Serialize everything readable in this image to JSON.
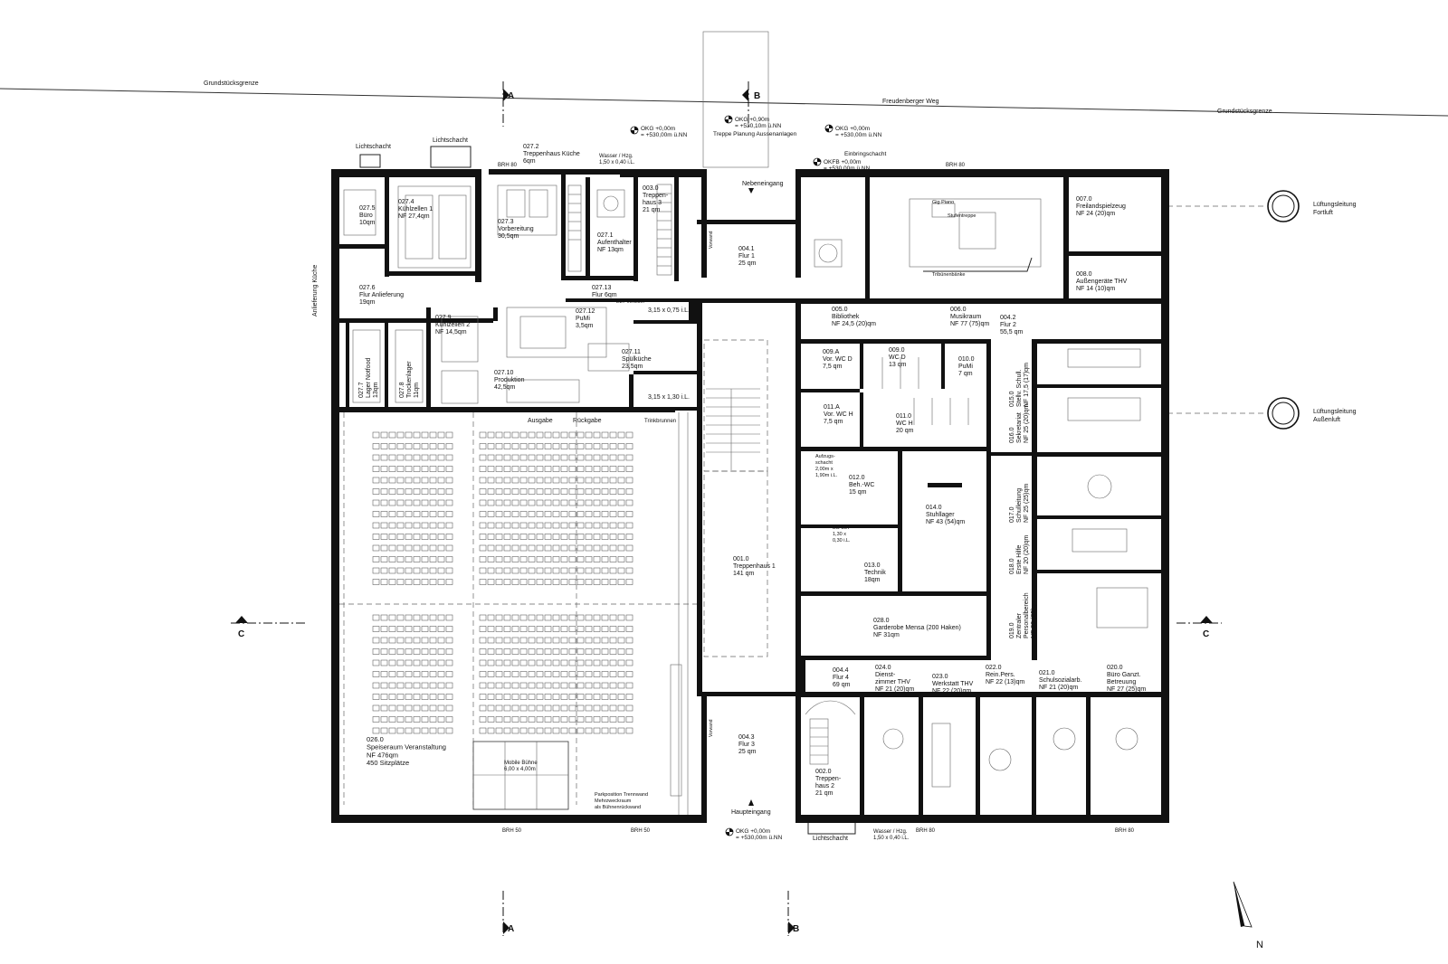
{
  "site": {
    "grundstuecksgrenze_left": "Grundstücksgrenze",
    "grundstuecksgrenze_right": "Grundstücksgrenze",
    "street": "Freudenberger Weg",
    "lichtschacht_1": "Lichtschacht",
    "lichtschacht_2": "Lichtschacht",
    "lichtschacht_3": "Lichtschacht",
    "anlieferung": "Anlieferung Küche",
    "treppe_planung": "Treppe Planung Aussenanlagen",
    "north": "N"
  },
  "sections": {
    "a_top": "A",
    "a_bottom": "A",
    "b_top": "B",
    "b_bottom": "B",
    "c_left": "C",
    "c_right": "C"
  },
  "levels": {
    "lvl_left_1": "OKG +0,00m",
    "lvl_left_2": "= +530,00m ü.NN",
    "lvl_mid_1": "OKG +0,90m",
    "lvl_mid_2": "= +530,10m ü.NN",
    "lvl_right_1": "OKG +0,00m",
    "lvl_right_2": "= +530,00m ü.NN",
    "lvl_okfb_1": "OKFB +0,00m",
    "lvl_okfb_2": "= +530,00m ü.NN",
    "lvl_bottom_1": "OKG +0,00m",
    "lvl_bottom_2": "= +530,00m ü.NN"
  },
  "entrances": {
    "neben": "Nebeneingang",
    "haupt": "Haupteingang",
    "einbringschacht": "Einbringschacht",
    "ausgabe": "Ausgabe",
    "rueckgabe": "Rückgabe",
    "trinkbrunnen": "Trinkbrunnen"
  },
  "misc": {
    "brh_top_left": "BRH 80",
    "brh_top_right": "BRH 80",
    "brh_bottom_1": "BRH 50",
    "brh_bottom_2": "BRH 50",
    "brh_bottom_3": "BRH 80",
    "brh_bottom_4": "BRH 80",
    "wasser_top": "Wasser / Hzg.",
    "wasser_top_dim": "1,50 x 0,40 i.L.",
    "wasser_bottom": "Wasser / Hzg.",
    "wasser_bottom_dim": "1,50 x 0,40 i.L.",
    "shaft_1": "3,15 x 0,75 i.L.",
    "shaft_2": "3,15 x 1,30 i.L.",
    "mobile_buehne": "Mobile Bühne",
    "mobile_buehne_dim": "6,00 x 4,00m",
    "parkposition_1": "Parkposition Trennwand",
    "parkposition_2": "Mehrzweckraum",
    "parkposition_3": "als Bühnenrückwand",
    "aufzug_1": "Aufzugs-",
    "aufzug_2": "schacht",
    "aufzug_3": "2,00m x",
    "aufzug_4": "1,90m i.L.",
    "dd_elt_1": "DD ELT",
    "dd_elt_2": "1,30 x",
    "dd_elt_3": "0,30 i.L.",
    "elt_verteiler": "ELT Verteiler",
    "vorwand": "Vorwand",
    "stufen": "Stufentreppe",
    "tribuene": "Tribünenbänke",
    "gig_piano": "Gig Piano",
    "lufter_oben_1": "Lüftungsleitung",
    "lufter_oben_2": "Fortluft",
    "lufter_unten_1": "Lüftungsleitung",
    "lufter_unten_2": "Außenluft"
  },
  "rooms": [
    {
      "id": "r0275",
      "lines": [
        "027.5",
        "Büro",
        "10qm"
      ]
    },
    {
      "id": "r0274",
      "lines": [
        "027.4",
        "Kühlzellen 1",
        "NF 27,4qm"
      ]
    },
    {
      "id": "r0273",
      "lines": [
        "027.3",
        "Vorbereitung",
        "30,5qm"
      ]
    },
    {
      "id": "r0272",
      "lines": [
        "027.2",
        "Treppenhaus Küche",
        "6qm"
      ]
    },
    {
      "id": "r0271",
      "lines": [
        "027.1",
        "Aufenthalter",
        "NF 13qm"
      ]
    },
    {
      "id": "r0030",
      "lines": [
        "003.0",
        "Treppen-",
        "haus 3",
        "21 qm"
      ]
    },
    {
      "id": "r0276",
      "lines": [
        "027.6",
        "Flur Anlieferung",
        "19qm"
      ]
    },
    {
      "id": "r02713",
      "lines": [
        "027.13",
        "Flur 6qm"
      ]
    },
    {
      "id": "r02712",
      "lines": [
        "027.12",
        "PuMi",
        "3,5qm"
      ]
    },
    {
      "id": "r0279",
      "lines": [
        "027.9",
        "Kühlzellen 2",
        "NF 14,5qm"
      ]
    },
    {
      "id": "r02711",
      "lines": [
        "027.11",
        "Spülküche",
        "23,5qm"
      ]
    },
    {
      "id": "r02710",
      "lines": [
        "027.10",
        "Produktion",
        "42,5qm"
      ]
    },
    {
      "id": "r0277",
      "lines": [
        "027.7",
        "Lager Notfood",
        "13qm"
      ]
    },
    {
      "id": "r0278",
      "lines": [
        "027.8",
        "Trockenlager",
        "11qm"
      ]
    },
    {
      "id": "r0041",
      "lines": [
        "004.1",
        "Flur 1",
        "25 qm"
      ]
    },
    {
      "id": "r0050",
      "lines": [
        "005.0",
        "Bibliothek",
        "NF 24,5 (20)qm"
      ]
    },
    {
      "id": "r0060",
      "lines": [
        "006.0",
        "Musikraum",
        "NF 77 (75)qm"
      ]
    },
    {
      "id": "r0042",
      "lines": [
        "004.2",
        "Flur 2",
        "55,5 qm"
      ]
    },
    {
      "id": "r0070",
      "lines": [
        "007.0",
        "Freilandspielzeug",
        "NF 24 (20)qm"
      ]
    },
    {
      "id": "r0080",
      "lines": [
        "008.0",
        "Außengeräte THV",
        "NF 14 (10)qm"
      ]
    },
    {
      "id": "r009a",
      "lines": [
        "009.A",
        "Vor. WC D",
        "7,5 qm"
      ]
    },
    {
      "id": "r0090",
      "lines": [
        "009.0",
        "WC D",
        "13 qm"
      ]
    },
    {
      "id": "r0100",
      "lines": [
        "010.0",
        "PuMi",
        "7 qm"
      ]
    },
    {
      "id": "r011a",
      "lines": [
        "011.A",
        "Vor. WC H",
        "7,5 qm"
      ]
    },
    {
      "id": "r0110",
      "lines": [
        "011.0",
        "WC H",
        "20 qm"
      ]
    },
    {
      "id": "r0120",
      "lines": [
        "012.0",
        "Beh.-WC",
        "15 qm"
      ]
    },
    {
      "id": "r0140",
      "lines": [
        "014.0",
        "Stuhllager",
        "NF 43 (54)qm"
      ]
    },
    {
      "id": "r0130",
      "lines": [
        "013.0",
        "Technik",
        "18qm"
      ]
    },
    {
      "id": "r0010",
      "lines": [
        "001.0",
        "Treppenhaus 1",
        "141 qm"
      ]
    },
    {
      "id": "r0280",
      "lines": [
        "028.0",
        "Garderobe Mensa (200 Haken)",
        "NF 31qm"
      ]
    },
    {
      "id": "r0150",
      "lines": [
        "015.0",
        "Stellv. Schull.",
        "NF 17,5 (17)qm"
      ]
    },
    {
      "id": "r0160",
      "lines": [
        "016.0",
        "Sekretariat",
        "NF 25 (20)qm"
      ]
    },
    {
      "id": "r0170",
      "lines": [
        "017.0",
        "Schulleitung",
        "NF 25 (25)qm"
      ]
    },
    {
      "id": "r0180",
      "lines": [
        "018.0",
        "Erste Hilfe",
        "NF 20 (20)qm"
      ]
    },
    {
      "id": "r0190",
      "lines": [
        "019.0",
        "Zentraler",
        "Personalbereich",
        "NF 32 (35)qm"
      ]
    },
    {
      "id": "r0044",
      "lines": [
        "004.4",
        "Flur 4",
        "69 qm"
      ]
    },
    {
      "id": "r0240",
      "lines": [
        "024.0",
        "Dienst-",
        "zimmer THV",
        "NF 21 (20)qm"
      ]
    },
    {
      "id": "r0230",
      "lines": [
        "023.0",
        "Werkstatt THV",
        "NF 22 (20)qm"
      ]
    },
    {
      "id": "r0220",
      "lines": [
        "022.0",
        "Rein.Pers.",
        "NF 22 (13)qm"
      ]
    },
    {
      "id": "r0210",
      "lines": [
        "021.0",
        "Schulsozialarb.",
        "NF 21 (20)qm"
      ]
    },
    {
      "id": "r0200",
      "lines": [
        "020.0",
        "Büro Ganzt.",
        "Betreuung",
        "NF 27 (25)qm"
      ]
    },
    {
      "id": "r0043",
      "lines": [
        "004.3",
        "Flur 3",
        "25 qm"
      ]
    },
    {
      "id": "r0020",
      "lines": [
        "002.0",
        "Treppen-",
        "haus 2",
        "21 qm"
      ]
    },
    {
      "id": "r0260",
      "lines": [
        "026.0",
        "Speiseraum Veranstaltung",
        "NF 476qm",
        "450 Sitzplätze"
      ]
    }
  ]
}
